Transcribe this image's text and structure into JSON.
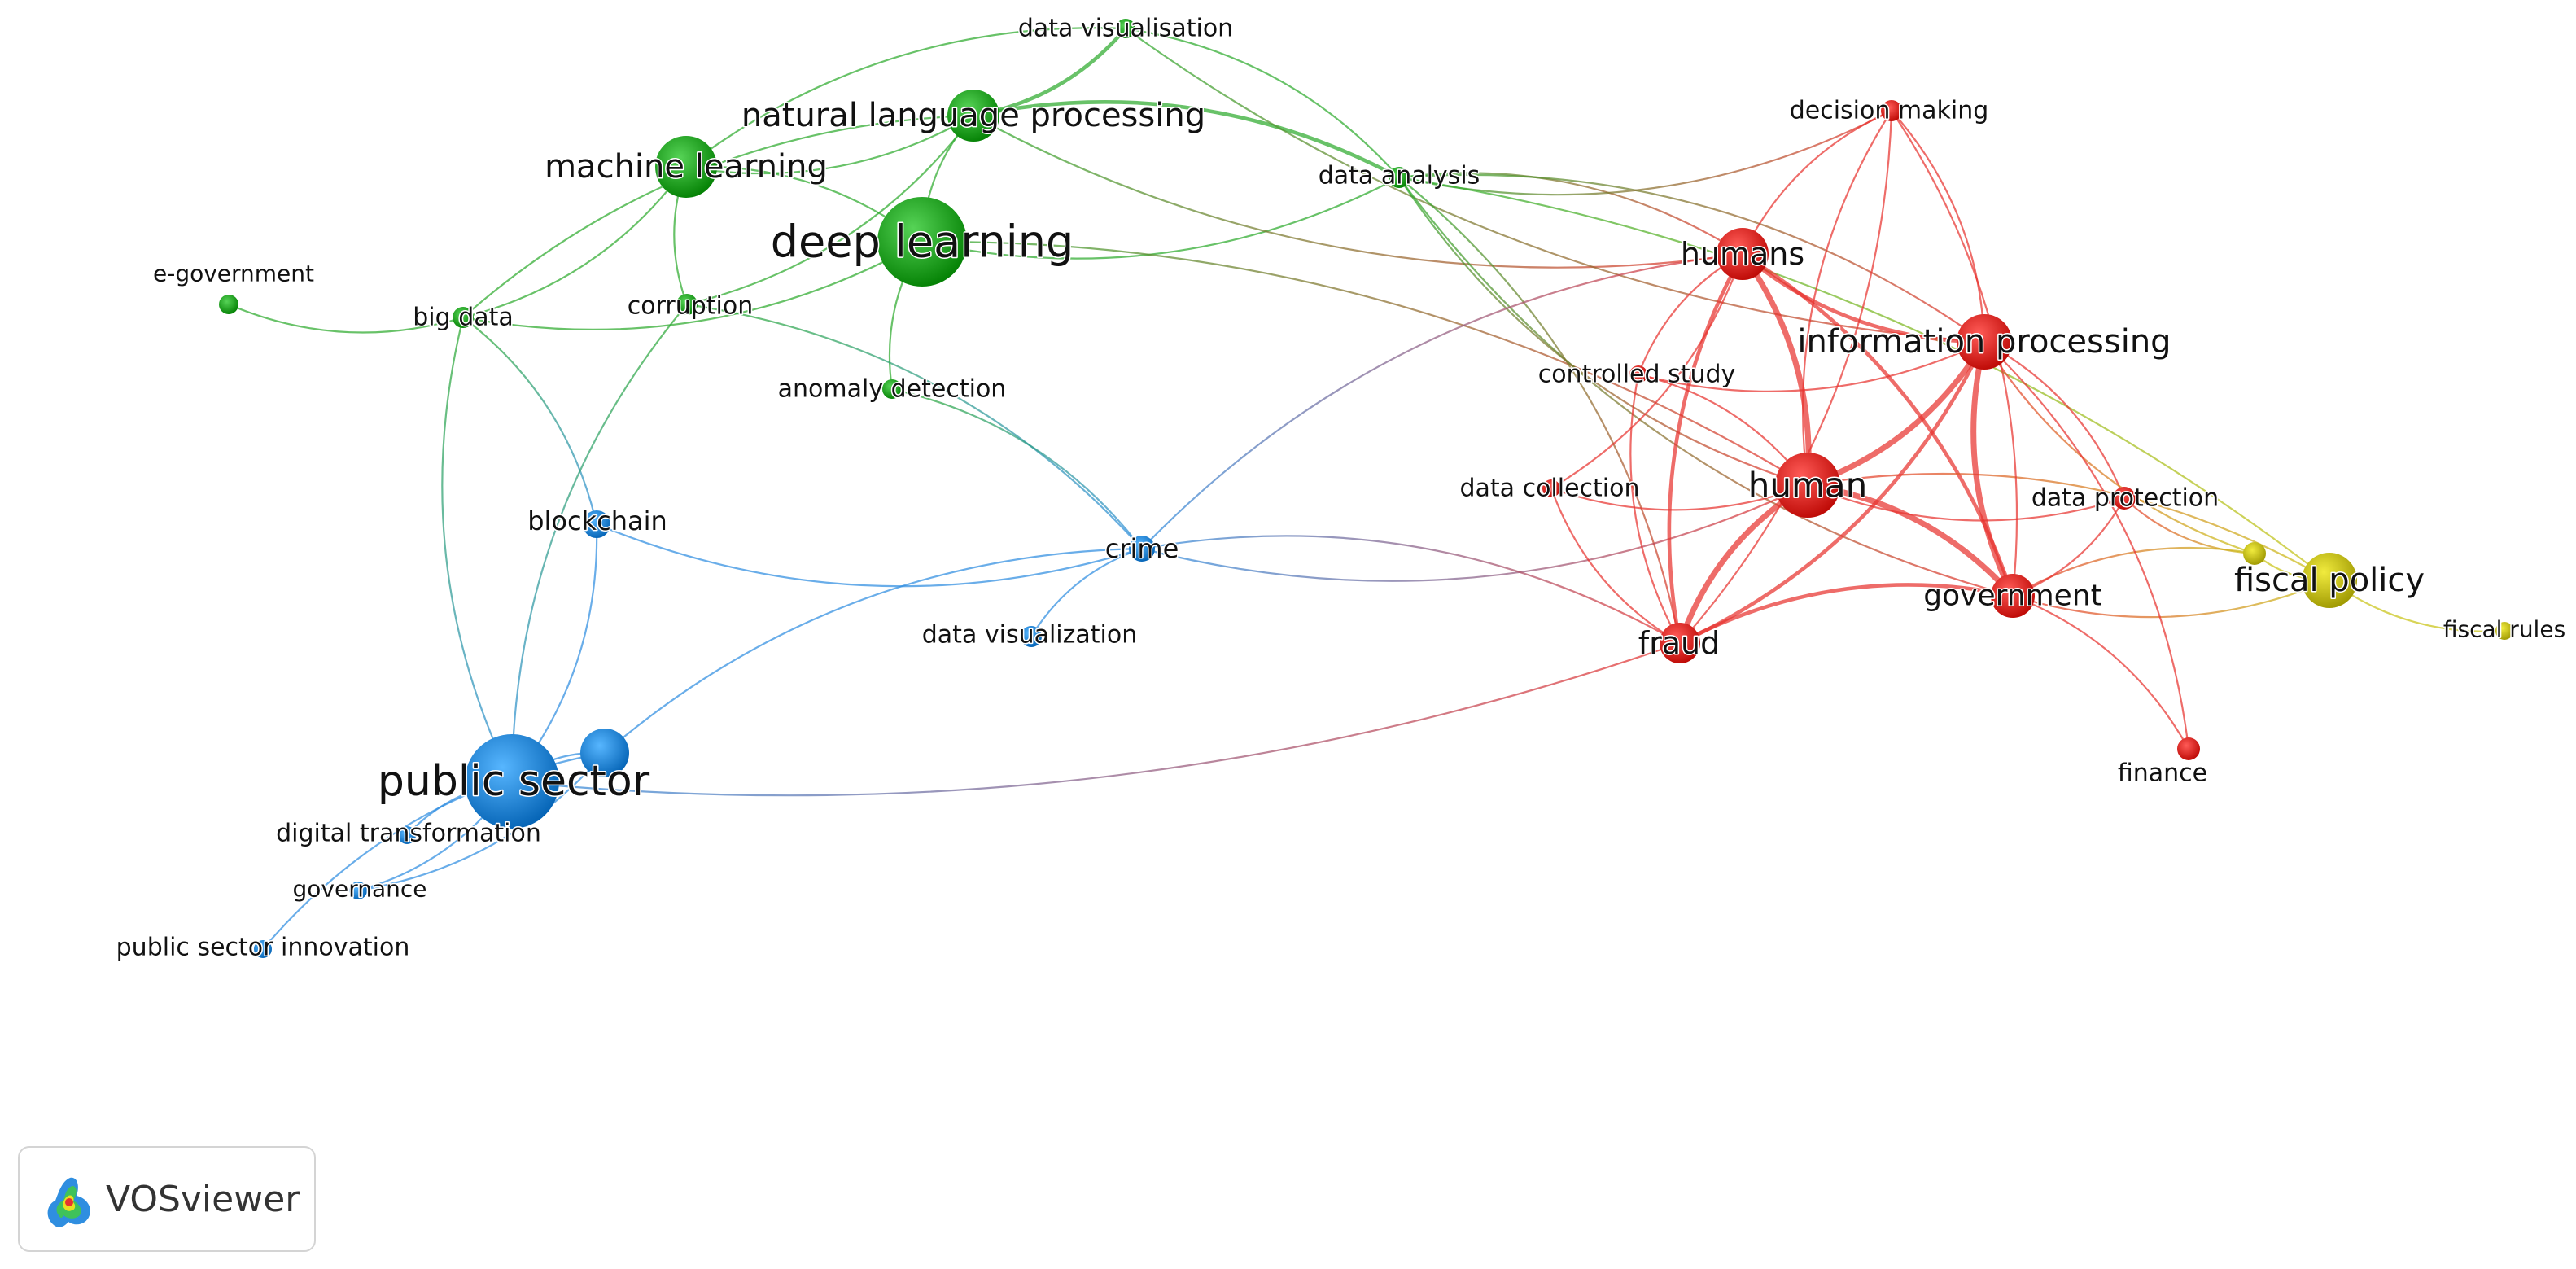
{
  "app": {
    "name": "VOSviewer"
  },
  "clusters": {
    "1": "#e8332f",
    "2": "#2eab2e",
    "3": "#2f8ee0",
    "4": "#c9c316"
  },
  "nodes": [
    {
      "id": "deep-learning",
      "label": "deep learning",
      "cluster": 2,
      "weight": 5.0
    },
    {
      "id": "machine-learning",
      "label": "machine learning",
      "cluster": 2,
      "weight": 3.2
    },
    {
      "id": "natural-language-processing",
      "label": "natural language processing",
      "cluster": 2,
      "weight": 2.8
    },
    {
      "id": "data-visualisation",
      "label": "data visualisation",
      "cluster": 2,
      "weight": 1.0
    },
    {
      "id": "data-analysis",
      "label": "data analysis",
      "cluster": 2,
      "weight": 1.1
    },
    {
      "id": "e-government",
      "label": "e-government",
      "cluster": 2,
      "weight": 1.0
    },
    {
      "id": "big-data",
      "label": "big data",
      "cluster": 2,
      "weight": 1.1
    },
    {
      "id": "corruption",
      "label": "corruption",
      "cluster": 2,
      "weight": 1.1
    },
    {
      "id": "anomaly-detection",
      "label": "anomaly detection",
      "cluster": 2,
      "weight": 1.0
    },
    {
      "id": "public-sector",
      "label": "public sector",
      "cluster": 3,
      "weight": 5.0
    },
    {
      "id": "public-sector-2",
      "label": "",
      "cluster": 3,
      "weight": 2.6
    },
    {
      "id": "blockchain",
      "label": "blockchain",
      "cluster": 3,
      "weight": 1.3
    },
    {
      "id": "crime",
      "label": "crime",
      "cluster": 3,
      "weight": 1.3
    },
    {
      "id": "data-visualization",
      "label": "data visualization",
      "cluster": 3,
      "weight": 1.1
    },
    {
      "id": "digital-transformation",
      "label": "digital transformation",
      "cluster": 3,
      "weight": 1.0
    },
    {
      "id": "governance",
      "label": "governance",
      "cluster": 3,
      "weight": 1.0
    },
    {
      "id": "public-sector-innovation",
      "label": "public sector innovation",
      "cluster": 3,
      "weight": 1.0
    },
    {
      "id": "humans",
      "label": "humans",
      "cluster": 1,
      "weight": 2.6
    },
    {
      "id": "human",
      "label": "human",
      "cluster": 1,
      "weight": 3.4
    },
    {
      "id": "information-processing",
      "label": "information processing",
      "cluster": 1,
      "weight": 3.0
    },
    {
      "id": "government",
      "label": "government",
      "cluster": 1,
      "weight": 2.4
    },
    {
      "id": "fraud",
      "label": "fraud",
      "cluster": 1,
      "weight": 2.2
    },
    {
      "id": "decision-making",
      "label": "decision making",
      "cluster": 1,
      "weight": 1.2
    },
    {
      "id": "controlled-study",
      "label": "controlled study",
      "cluster": 1,
      "weight": 1.0
    },
    {
      "id": "data-collection",
      "label": "data collection",
      "cluster": 1,
      "weight": 1.0
    },
    {
      "id": "data-protection",
      "label": "data protection",
      "cluster": 1,
      "weight": 1.2
    },
    {
      "id": "finance",
      "label": "finance",
      "cluster": 1,
      "weight": 1.2
    },
    {
      "id": "fiscal-policy",
      "label": "fiscal policy",
      "cluster": 4,
      "weight": 3.0
    },
    {
      "id": "fiscal-policy-2",
      "label": "",
      "cluster": 4,
      "weight": 1.2
    },
    {
      "id": "fiscal-rules",
      "label": "fiscal rules",
      "cluster": 4,
      "weight": 1.0
    }
  ],
  "links": [
    {
      "source": "deep-learning",
      "target": "machine-learning",
      "strength": 1
    },
    {
      "source": "deep-learning",
      "target": "natural-language-processing",
      "strength": 1
    },
    {
      "source": "deep-learning",
      "target": "anomaly-detection",
      "strength": 1
    },
    {
      "source": "deep-learning",
      "target": "big-data",
      "strength": 1
    },
    {
      "source": "deep-learning",
      "target": "data-analysis",
      "strength": 1
    },
    {
      "source": "deep-learning",
      "target": "human",
      "strength": 1
    },
    {
      "source": "machine-learning",
      "target": "natural-language-processing",
      "strength": 1
    },
    {
      "source": "machine-learning",
      "target": "big-data",
      "strength": 1
    },
    {
      "source": "machine-learning",
      "target": "corruption",
      "strength": 1
    },
    {
      "source": "machine-learning",
      "target": "data-visualisation",
      "strength": 1
    },
    {
      "source": "natural-language-processing",
      "target": "data-visualisation",
      "strength": 2
    },
    {
      "source": "natural-language-processing",
      "target": "data-analysis",
      "strength": 2
    },
    {
      "source": "natural-language-processing",
      "target": "humans",
      "strength": 1
    },
    {
      "source": "natural-language-processing",
      "target": "corruption",
      "strength": 1
    },
    {
      "source": "natural-language-processing",
      "target": "big-data",
      "strength": 1
    },
    {
      "source": "data-visualisation",
      "target": "data-analysis",
      "strength": 1
    },
    {
      "source": "data-visualisation",
      "target": "information-processing",
      "strength": 1
    },
    {
      "source": "data-analysis",
      "target": "humans",
      "strength": 1
    },
    {
      "source": "data-analysis",
      "target": "human",
      "strength": 1
    },
    {
      "source": "data-analysis",
      "target": "information-processing",
      "strength": 1
    },
    {
      "source": "data-analysis",
      "target": "government",
      "strength": 1
    },
    {
      "source": "data-analysis",
      "target": "fraud",
      "strength": 1
    },
    {
      "source": "data-analysis",
      "target": "decision-making",
      "strength": 1
    },
    {
      "source": "data-analysis",
      "target": "fiscal-policy",
      "strength": 1
    },
    {
      "source": "e-government",
      "target": "big-data",
      "strength": 1
    },
    {
      "source": "big-data",
      "target": "blockchain",
      "strength": 1
    },
    {
      "source": "big-data",
      "target": "public-sector",
      "strength": 1
    },
    {
      "source": "corruption",
      "target": "crime",
      "strength": 1
    },
    {
      "source": "corruption",
      "target": "public-sector",
      "strength": 1
    },
    {
      "source": "anomaly-detection",
      "target": "crime",
      "strength": 1
    },
    {
      "source": "blockchain",
      "target": "crime",
      "strength": 1
    },
    {
      "source": "blockchain",
      "target": "public-sector",
      "strength": 1
    },
    {
      "source": "crime",
      "target": "data-visualization",
      "strength": 1
    },
    {
      "source": "crime",
      "target": "humans",
      "strength": 1
    },
    {
      "source": "crime",
      "target": "human",
      "strength": 1
    },
    {
      "source": "crime",
      "target": "fraud",
      "strength": 1
    },
    {
      "source": "crime",
      "target": "public-sector-2",
      "strength": 1
    },
    {
      "source": "public-sector",
      "target": "public-sector-2",
      "strength": 1
    },
    {
      "source": "public-sector",
      "target": "digital-transformation",
      "strength": 1
    },
    {
      "source": "public-sector",
      "target": "governance",
      "strength": 1
    },
    {
      "source": "public-sector",
      "target": "fraud",
      "strength": 1
    },
    {
      "source": "public-sector-2",
      "target": "governance",
      "strength": 1
    },
    {
      "source": "public-sector-2",
      "target": "public-sector-innovation",
      "strength": 1
    },
    {
      "source": "humans",
      "target": "human",
      "strength": 3
    },
    {
      "source": "humans",
      "target": "information-processing",
      "strength": 2
    },
    {
      "source": "humans",
      "target": "government",
      "strength": 2
    },
    {
      "source": "humans",
      "target": "fraud",
      "strength": 2
    },
    {
      "source": "humans",
      "target": "decision-making",
      "strength": 1
    },
    {
      "source": "humans",
      "target": "controlled-study",
      "strength": 1
    },
    {
      "source": "humans",
      "target": "data-collection",
      "strength": 1
    },
    {
      "source": "human",
      "target": "information-processing",
      "strength": 3
    },
    {
      "source": "human",
      "target": "government",
      "strength": 3
    },
    {
      "source": "human",
      "target": "fraud",
      "strength": 3
    },
    {
      "source": "human",
      "target": "decision-making",
      "strength": 1
    },
    {
      "source": "human",
      "target": "controlled-study",
      "strength": 1
    },
    {
      "source": "human",
      "target": "data-collection",
      "strength": 1
    },
    {
      "source": "human",
      "target": "data-protection",
      "strength": 1
    },
    {
      "source": "human",
      "target": "fiscal-policy",
      "strength": 1
    },
    {
      "source": "information-processing",
      "target": "government",
      "strength": 3
    },
    {
      "source": "information-processing",
      "target": "fraud",
      "strength": 2
    },
    {
      "source": "information-processing",
      "target": "decision-making",
      "strength": 1
    },
    {
      "source": "information-processing",
      "target": "data-protection",
      "strength": 1
    },
    {
      "source": "information-processing",
      "target": "fiscal-policy-2",
      "strength": 1
    },
    {
      "source": "information-processing",
      "target": "controlled-study",
      "strength": 1
    },
    {
      "source": "government",
      "target": "fraud",
      "strength": 2
    },
    {
      "source": "government",
      "target": "finance",
      "strength": 1
    },
    {
      "source": "government",
      "target": "fiscal-policy",
      "strength": 1
    },
    {
      "source": "government",
      "target": "fiscal-policy-2",
      "strength": 1
    },
    {
      "source": "government",
      "target": "data-protection",
      "strength": 1
    },
    {
      "source": "fraud",
      "target": "data-collection",
      "strength": 1
    },
    {
      "source": "fraud",
      "target": "decision-making",
      "strength": 1
    },
    {
      "source": "fraud",
      "target": "controlled-study",
      "strength": 1
    },
    {
      "source": "data-protection",
      "target": "fiscal-policy-2",
      "strength": 1
    },
    {
      "source": "fiscal-policy",
      "target": "fiscal-policy-2",
      "strength": 1
    },
    {
      "source": "fiscal-policy",
      "target": "fiscal-rules",
      "strength": 1
    },
    {
      "source": "decision-making",
      "target": "government",
      "strength": 1
    },
    {
      "source": "finance",
      "target": "information-processing",
      "strength": 1
    }
  ]
}
